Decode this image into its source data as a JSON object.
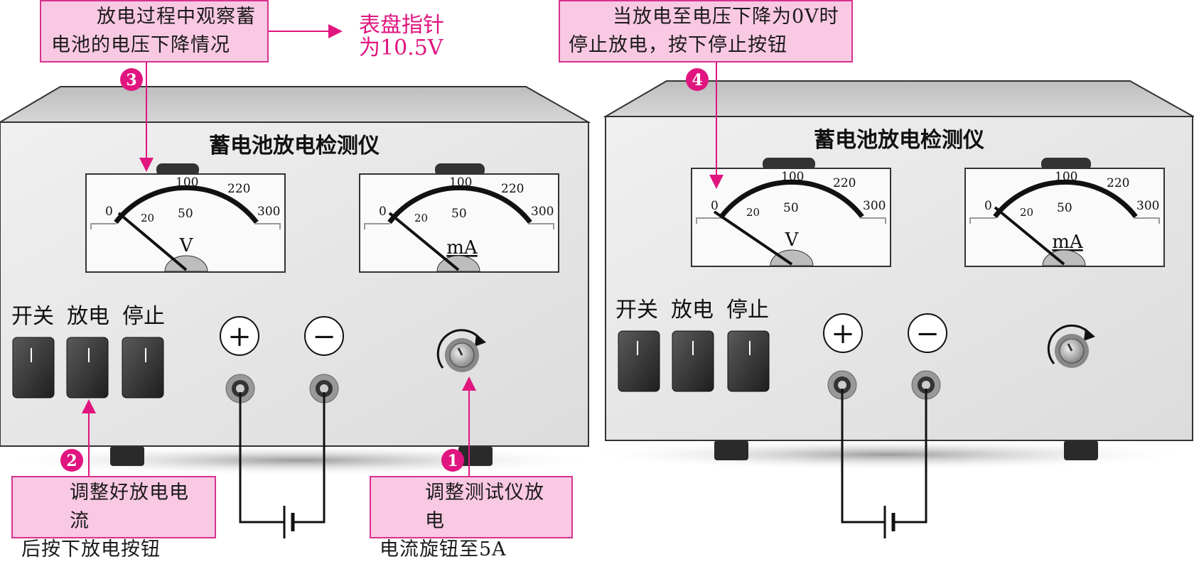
{
  "devices": [
    {
      "title": "蓄电池放电检测仪",
      "buttons": [
        "开关",
        "放电",
        "停止"
      ],
      "meter_v": {
        "unit": "V",
        "ac_symbol": "∽",
        "ticks": [
          "0",
          "20",
          "50",
          "100",
          "220",
          "300"
        ]
      },
      "meter_ma": {
        "unit": "mA",
        "ticks": [
          "0",
          "20",
          "50",
          "100",
          "220",
          "300"
        ]
      },
      "terminal_plus": "+",
      "terminal_minus": "−"
    },
    {
      "title": "蓄电池放电检测仪",
      "buttons": [
        "开关",
        "放电",
        "停止"
      ],
      "meter_v": {
        "unit": "V",
        "ac_symbol": "∽",
        "ticks": [
          "0",
          "20",
          "50",
          "100",
          "220",
          "300"
        ]
      },
      "meter_ma": {
        "unit": "mA",
        "ticks": [
          "0",
          "20",
          "50",
          "100",
          "220",
          "300"
        ]
      },
      "terminal_plus": "+",
      "terminal_minus": "−"
    }
  ],
  "callouts": {
    "step3": {
      "line1": "放电过程中观察蓄",
      "line2": "电池的电压下降情况"
    },
    "step3_note": {
      "line1": "表盘指针",
      "line2": "为10.5V"
    },
    "step4": {
      "line1": "当放电至电压下降为0V时",
      "line2": "停止放电，按下停止按钮"
    },
    "step2": {
      "line1": "调整好放电电流",
      "line2": "后按下放电按钮"
    },
    "step1": {
      "line1": "调整测试仪放电",
      "line2": "电流旋钮至5A"
    }
  },
  "step_numbers": {
    "s1": "1",
    "s2": "2",
    "s3": "3",
    "s4": "4"
  },
  "colors": {
    "accent": "#e0157f",
    "callout_bg": "#f9c8e2",
    "panel": "#e8e8e8",
    "panel_top": "#cfcfcf"
  }
}
